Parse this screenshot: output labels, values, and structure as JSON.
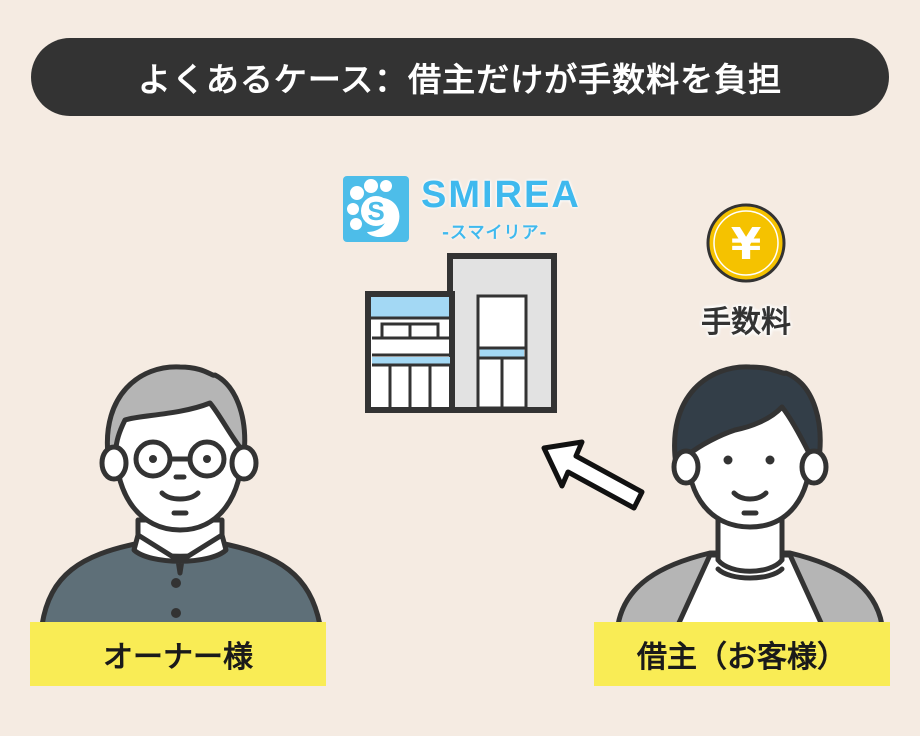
{
  "title": "よくあるケース：借主だけが手数料を負担",
  "logo": {
    "name": "SMIREA",
    "subtitle": "-スマイリア-",
    "color": "#3fb9ee"
  },
  "fee": {
    "coin_symbol": "¥",
    "label": "手数料",
    "coin_color": "#f5c200"
  },
  "arrow": {
    "direction": "borrower-to-agency"
  },
  "people": {
    "owner": {
      "label": "オーナー様"
    },
    "borrower": {
      "label": "借主（お客様）"
    }
  },
  "colors": {
    "background": "#f5ebe2",
    "title_bar": "#333333",
    "label_bg": "#f9ec55",
    "building_accent": "#a3d8f4"
  }
}
